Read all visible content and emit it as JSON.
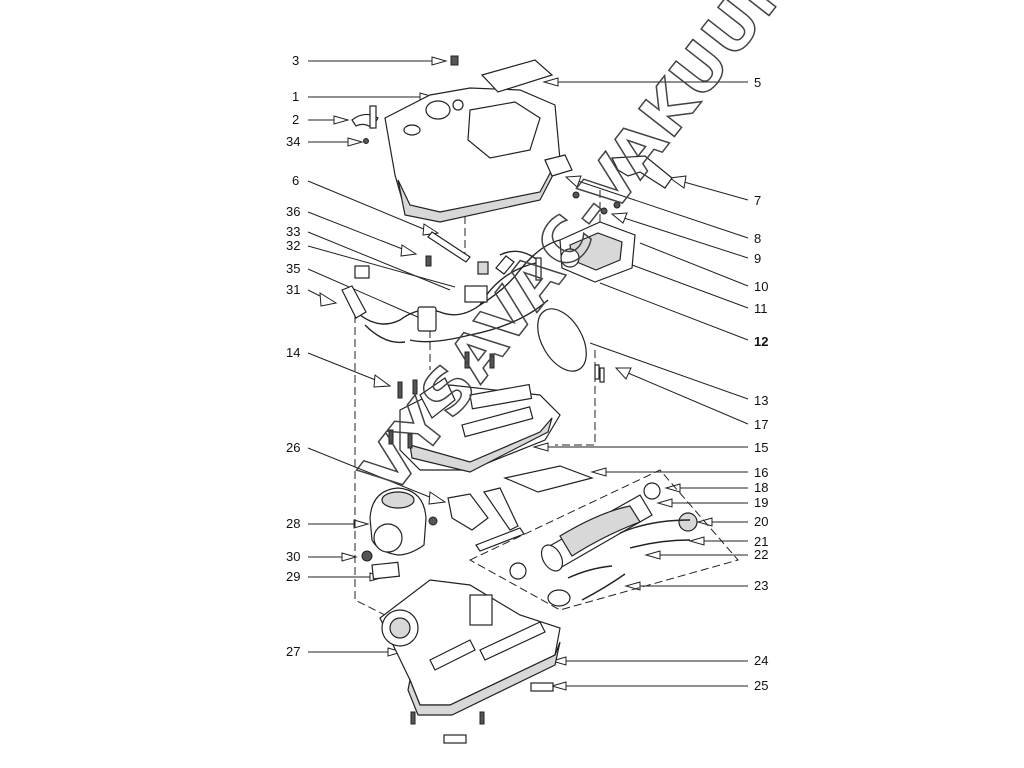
{
  "watermark": "VYSAVAC-VAKUUM.cz",
  "left_callouts": [
    "3",
    "1",
    "2",
    "34",
    "6",
    "36",
    "33",
    "32",
    "35",
    "31",
    "14",
    "26",
    "28",
    "30",
    "29",
    "27"
  ],
  "right_callouts": [
    "5",
    "7",
    "8",
    "9",
    "10",
    "11",
    "12",
    "13",
    "17",
    "15",
    "16",
    "18",
    "19",
    "20",
    "21",
    "22",
    "23",
    "24",
    "25"
  ]
}
